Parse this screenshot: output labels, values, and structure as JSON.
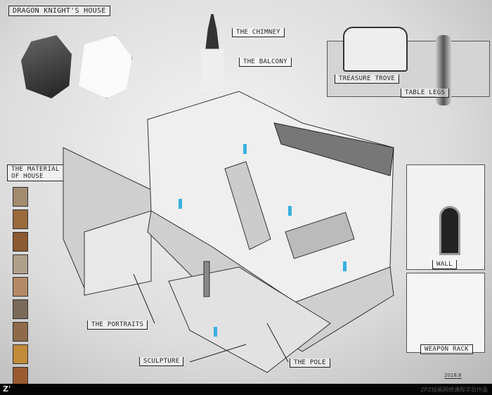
{
  "title": "DRAGON KNIGHT'S HOUSE",
  "labels": {
    "chimney": "THE CHIMNEY",
    "balcony": "THE BALCONY",
    "treasure": "TREASURE TROVE",
    "table_legs": "TABLE LEGS",
    "material_line1": "THE MATERIAL",
    "material_line2": "OF HOUSE",
    "wall": "WALL",
    "weapon_rack": "WEAPON RACK",
    "portraits": "THE PORTRAITS",
    "sculpture": "SCULPTURE",
    "pole": "THE POLE"
  },
  "signature": "2018.8",
  "footer": {
    "logo": "Z'",
    "credit": "ZPZ绘画网络课程学员作品"
  },
  "colors": {
    "marker": "#3ab0e0",
    "background": "#e6e6e6",
    "footer": "#050505"
  },
  "material_swatches": [
    "#a38b6e",
    "#9a6a3c",
    "#8c5a30",
    "#b0a08a",
    "#b48a66",
    "#7a6a5a",
    "#8e6a48",
    "#c08a3a",
    "#9a5a30"
  ]
}
